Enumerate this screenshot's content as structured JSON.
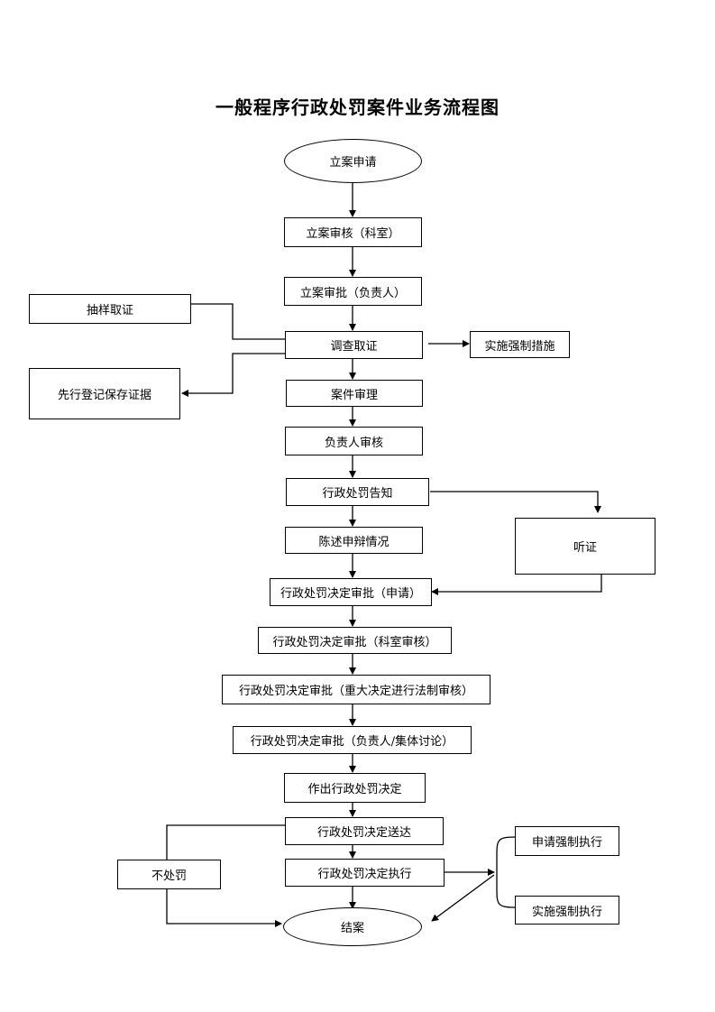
{
  "title": "一般程序行政处罚案件业务流程图",
  "nodes": {
    "apply": "立案申请",
    "review_section": "立案审核（科室）",
    "approve_leader": "立案审批（负责人）",
    "sampling": "抽样取证",
    "investigate": "调查取证",
    "enforce_measures": "实施强制措施",
    "preserve_evidence": "先行登记保存证据",
    "case_trial": "案件审理",
    "leader_review": "负责人审核",
    "notice": "行政处罚告知",
    "hearing": "听证",
    "statement": "陈述申辩情况",
    "decision_apply": "行政处罚决定审批（申请）",
    "decision_section": "行政处罚决定审批（科室审核）",
    "decision_legal": "行政处罚决定审批（重大决定进行法制审核）",
    "decision_leader": "行政处罚决定审批（负责人/集体讨论）",
    "make_decision": "作出行政处罚决定",
    "deliver": "行政处罚决定送达",
    "no_penalty": "不处罚",
    "execute": "行政处罚决定执行",
    "apply_enforce": "申请强制执行",
    "implement_enforce": "实施强制执行",
    "close": "结案"
  }
}
